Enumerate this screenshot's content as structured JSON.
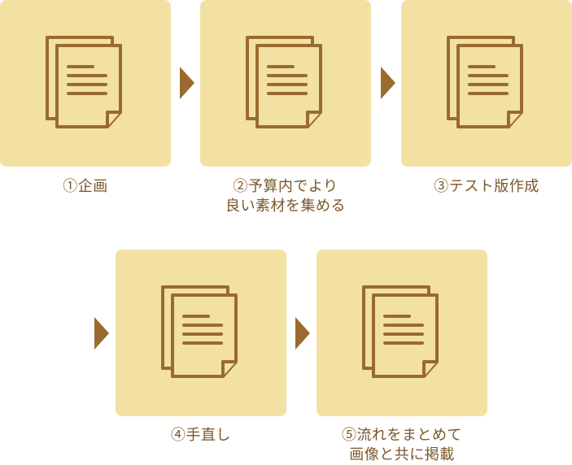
{
  "steps": [
    {
      "caption": "①企画"
    },
    {
      "caption": "②予算内でより\n良い素材を集める"
    },
    {
      "caption": "③テスト版作成"
    },
    {
      "caption": "④手直し"
    },
    {
      "caption": "⑤流れをまとめて\n画像と共に掲載"
    }
  ],
  "colors": {
    "card_bg": "#f3e1a4",
    "icon_stroke": "#9a6b2e",
    "arrow": "#9a6b2e",
    "caption_text": "#7a5628"
  },
  "icon": "document-stack-icon"
}
